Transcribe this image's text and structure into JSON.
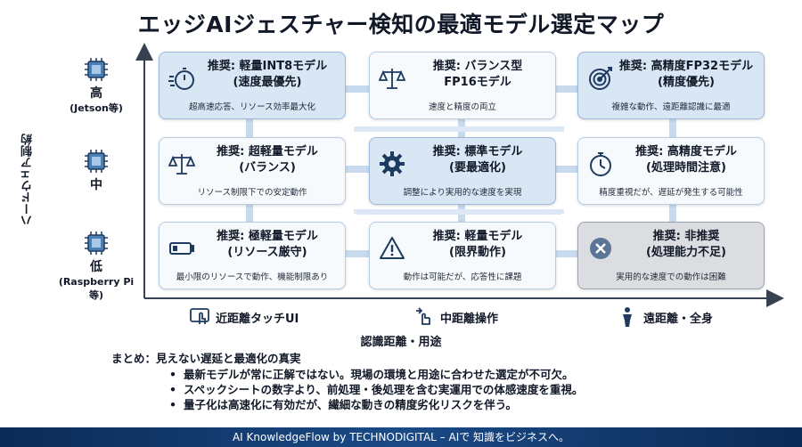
{
  "title": "エッジAIジェスチャー検知の最適モデル選定マップ",
  "y_axis": {
    "label": "ハードウェア制約",
    "levels": [
      {
        "label": "高",
        "sub": "(Jetson等)"
      },
      {
        "label": "中",
        "sub": ""
      },
      {
        "label": "低",
        "sub": "(Raspberry Pi等)"
      }
    ]
  },
  "x_axis": {
    "label": "認識距離・用途",
    "categories": [
      {
        "label": "近距離タッチUI",
        "icon": "touch-screen-icon"
      },
      {
        "label": "中距離操作",
        "icon": "hand-swipe-icon"
      },
      {
        "label": "遠距離・全身",
        "icon": "person-icon"
      }
    ]
  },
  "cells": [
    {
      "title_line1": "推奨: 軽量INT8モデル",
      "title_line2": "(速度最優先)",
      "desc": "超高速応答、リソース効率最大化",
      "icon": "stopwatch-fast-icon"
    },
    {
      "title_line1": "推奨: バランス型",
      "title_line2": "FP16モデル",
      "desc": "速度と精度の両立",
      "icon": "balance-scale-icon"
    },
    {
      "title_line1": "推奨: 高精度FP32モデル",
      "title_line2": "(精度優先)",
      "desc": "複雑な動作、遠距離認識に最適",
      "icon": "target-icon"
    },
    {
      "title_line1": "推奨: 超軽量モデル",
      "title_line2": "(バランス)",
      "desc": "リソース制限下での安定動作",
      "icon": "balance-scale-icon"
    },
    {
      "title_line1": "推奨: 標準モデル",
      "title_line2": "(要最適化)",
      "desc": "調整により実用的な速度を実現",
      "icon": "gear-icon"
    },
    {
      "title_line1": "推奨: 高精度モデル",
      "title_line2": "(処理時間注意)",
      "desc": "精度重視だが、遅延が発生する可能性",
      "icon": "stopwatch-icon"
    },
    {
      "title_line1": "推奨: 極軽量モデル",
      "title_line2": "(リソース厳守)",
      "desc": "最小限のリソースで動作、機能制限あり",
      "icon": "battery-low-icon"
    },
    {
      "title_line1": "推奨: 軽量モデル",
      "title_line2": "(限界動作)",
      "desc": "動作は可能だが、応答性に課題",
      "icon": "warning-icon"
    },
    {
      "title_line1": "推奨: 非推奨",
      "title_line2": "(処理能力不足)",
      "desc": "実用的な速度での動作は困難",
      "icon": "x-circle-icon"
    }
  ],
  "summary": {
    "heading": "まとめ：見えない遅延と最適化の真実",
    "points": [
      "最新モデルが常に正解ではない。現場の環境と用途に合わせた選定が不可欠。",
      "スペックシートの数字より、前処理・後処理を含む実運用での体感速度を重視。",
      "量子化は高速化に有効だが、繊細な動きの精度劣化リスクを伴う。"
    ]
  },
  "footer": "AI KnowledgeFlow by TECHNODIGITAL – AIで 知識をビジネスへ。"
}
